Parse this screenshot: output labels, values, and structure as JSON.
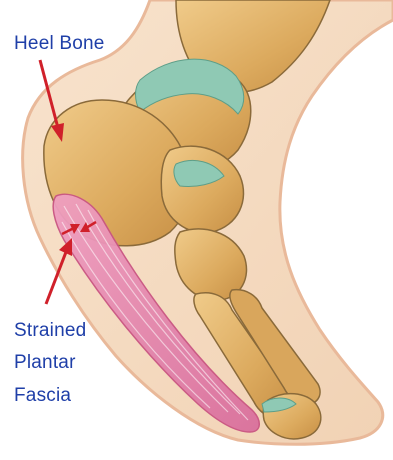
{
  "labels": {
    "heel_bone": "Heel Bone",
    "strained_plantar_fascia": [
      "Strained",
      "Plantar",
      "Fascia"
    ]
  },
  "colors": {
    "label_text": "#1f3fa8",
    "arrow": "#d0202a",
    "skin": "#f5dcc3",
    "bone": "#e0b36a",
    "cartilage": "#8fc9b4",
    "fascia": "#e585ac"
  }
}
